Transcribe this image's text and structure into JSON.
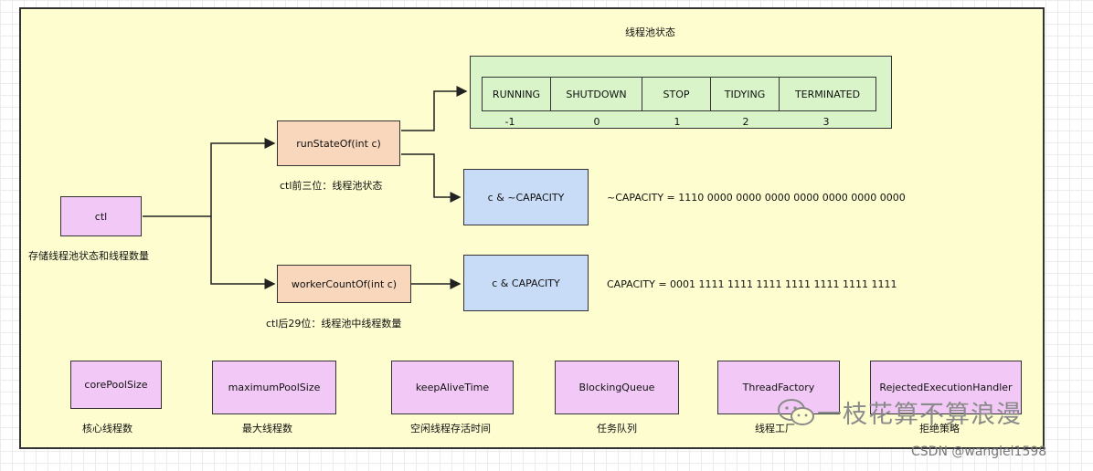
{
  "title": "线程池状态",
  "ctl": {
    "label": "ctl",
    "caption": "存储线程池状态和线程数量"
  },
  "run_state": {
    "label": "runStateOf(int c)",
    "caption": "ctl前三位：线程池状态"
  },
  "worker_count": {
    "label": "workerCountOf(int c)",
    "caption": "ctl后29位：线程池中线程数量"
  },
  "states": [
    {
      "name": "RUNNING",
      "value": "-1"
    },
    {
      "name": "SHUTDOWN",
      "value": "0"
    },
    {
      "name": "STOP",
      "value": "1"
    },
    {
      "name": "TIDYING",
      "value": "2"
    },
    {
      "name": "TERMINATED",
      "value": "3"
    }
  ],
  "not_capacity": {
    "label": "c & ~CAPACITY",
    "note": "~CAPACITY = 1110 0000 0000 0000 0000 0000 0000 0000"
  },
  "capacity": {
    "label": "c & CAPACITY",
    "note": "CAPACITY = 0001 1111 1111 1111 1111 1111 1111 1111"
  },
  "params": [
    {
      "label": "corePoolSize",
      "caption": "核心线程数"
    },
    {
      "label": "maximumPoolSize",
      "caption": "最大线程数"
    },
    {
      "label": "keepAliveTime",
      "caption": "空闲线程存活时间"
    },
    {
      "label": "BlockingQueue",
      "caption": "任务队列"
    },
    {
      "label": "ThreadFactory",
      "caption": "线程工厂"
    },
    {
      "label": "RejectedExecutionHandler",
      "caption": "拒绝策略"
    }
  ],
  "watermark": "一枝花算不算浪漫",
  "csdn": "CSDN @wanglei1598",
  "colors": {
    "pink": "#f2c9f6",
    "peach": "#f8d7bd",
    "blue": "#c9dcf7",
    "green": "#d8f4c8",
    "background": "#fefdcf"
  }
}
